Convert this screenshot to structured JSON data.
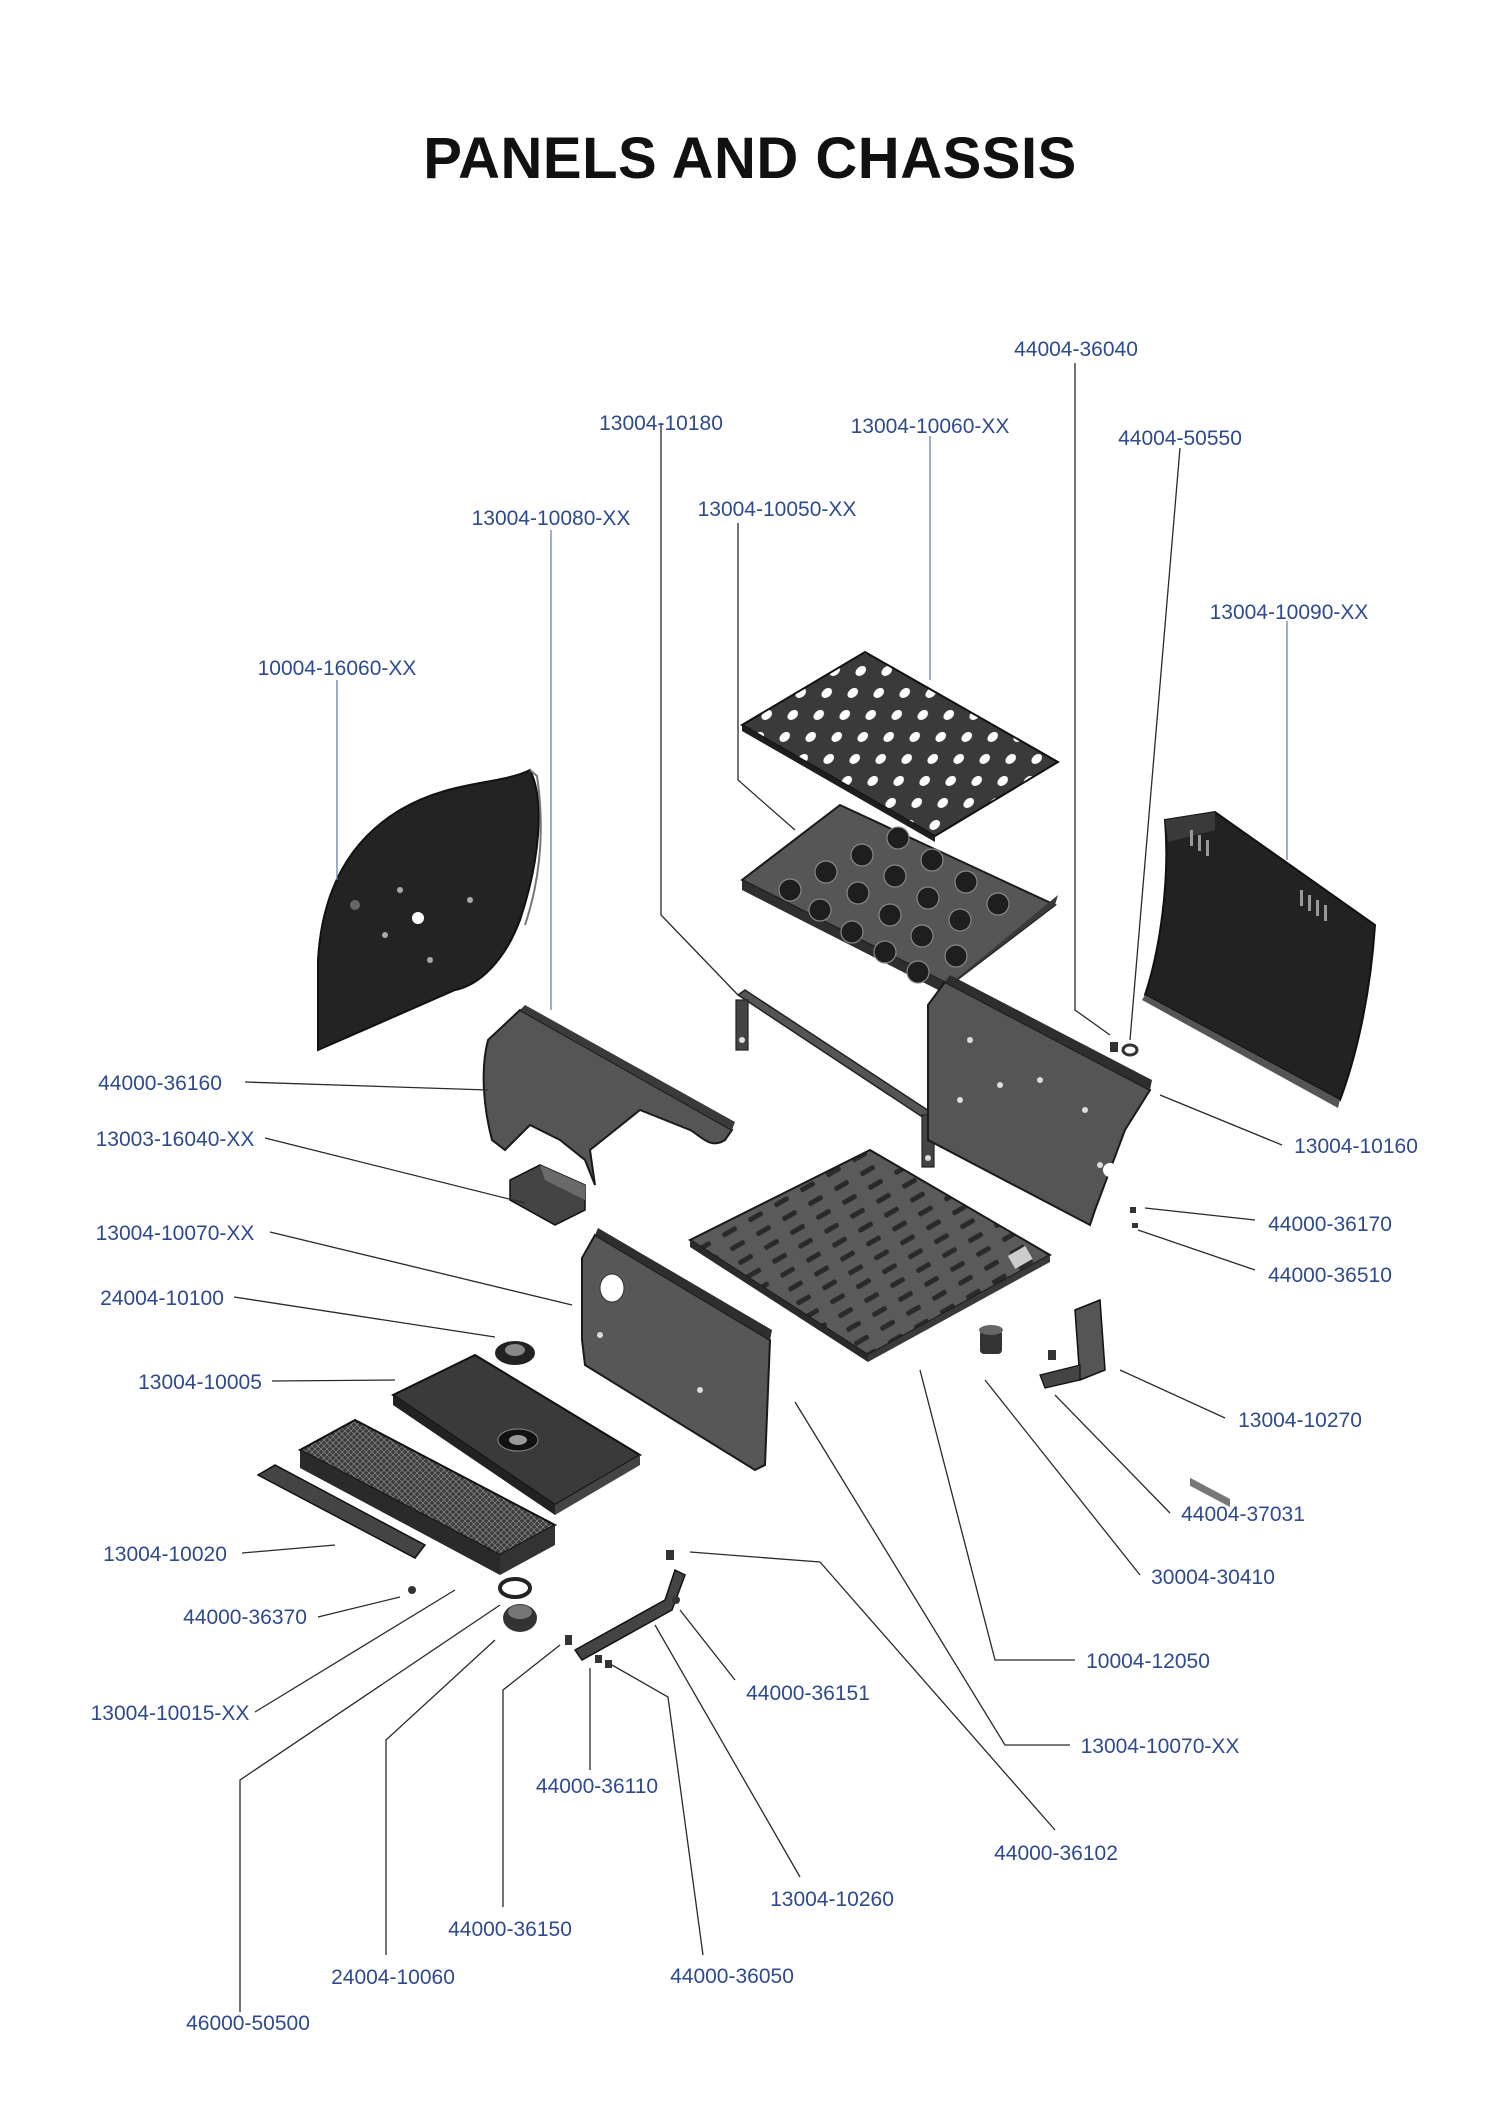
{
  "title": "PANELS AND CHASSIS",
  "colors": {
    "label": "#2e4a8f",
    "leader_blue": "#6c7fb6",
    "leader_dark": "#2a2a2a",
    "part_dark": "#2b2b2b",
    "part_mid": "#575757",
    "part_light": "#6a6a6a"
  },
  "labels": [
    {
      "id": "p01",
      "text": "44004-36040"
    },
    {
      "id": "p02",
      "text": "13004-10180"
    },
    {
      "id": "p03",
      "text": "13004-10060-XX"
    },
    {
      "id": "p04",
      "text": "44004-50550"
    },
    {
      "id": "p05",
      "text": "13004-10080-XX"
    },
    {
      "id": "p06",
      "text": "13004-10050-XX"
    },
    {
      "id": "p07",
      "text": "13004-10090-XX"
    },
    {
      "id": "p08",
      "text": "10004-16060-XX"
    },
    {
      "id": "p09",
      "text": "44000-36160"
    },
    {
      "id": "p10",
      "text": "13003-16040-XX"
    },
    {
      "id": "p11",
      "text": "13004-10160"
    },
    {
      "id": "p12",
      "text": "44000-36170"
    },
    {
      "id": "p13",
      "text": "13004-10070-XX"
    },
    {
      "id": "p14",
      "text": "44000-36510"
    },
    {
      "id": "p15",
      "text": "24004-10100"
    },
    {
      "id": "p16",
      "text": "13004-10005"
    },
    {
      "id": "p17",
      "text": "13004-10270"
    },
    {
      "id": "p18",
      "text": "44004-37031"
    },
    {
      "id": "p19",
      "text": "13004-10020"
    },
    {
      "id": "p20",
      "text": "30004-30410"
    },
    {
      "id": "p21",
      "text": "44000-36370"
    },
    {
      "id": "p22",
      "text": "10004-12050"
    },
    {
      "id": "p23",
      "text": "44000-36151"
    },
    {
      "id": "p24",
      "text": "13004-10015-XX"
    },
    {
      "id": "p25",
      "text": "13004-10070-XX"
    },
    {
      "id": "p26",
      "text": "44000-36110"
    },
    {
      "id": "p27",
      "text": "44000-36102"
    },
    {
      "id": "p28",
      "text": "13004-10260"
    },
    {
      "id": "p29",
      "text": "44000-36150"
    },
    {
      "id": "p30",
      "text": "24004-10060"
    },
    {
      "id": "p31",
      "text": "44000-36050"
    },
    {
      "id": "p32",
      "text": "46000-50500"
    }
  ]
}
